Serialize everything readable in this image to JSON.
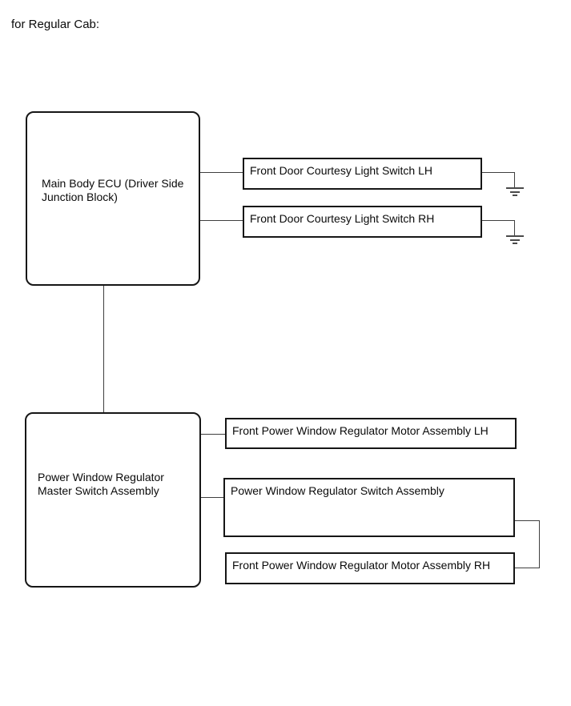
{
  "title": "for Regular Cab:",
  "colors": {
    "background": "#ffffff",
    "box_border": "#161616",
    "wire": "#3f3f3f",
    "ground": "#4a4a4a",
    "text": "#0a0a0a"
  },
  "nodes": {
    "main_body_ecu": {
      "label": "Main Body ECU (Driver Side Junction Block)"
    },
    "courtesy_lh": {
      "label": "Front Door Courtesy Light Switch LH"
    },
    "courtesy_rh": {
      "label": "Front Door Courtesy Light Switch RH"
    },
    "master_switch": {
      "label": "Power Window Regulator Master Switch Assembly"
    },
    "motor_lh": {
      "label": "Front Power Window Regulator Motor Assembly LH"
    },
    "switch_assembly": {
      "label": "Power Window Regulator Switch Assembly"
    },
    "motor_rh": {
      "label": "Front Power Window Regulator Motor Assembly RH"
    }
  },
  "connections": [
    {
      "from": "main_body_ecu",
      "to": "courtesy_lh"
    },
    {
      "from": "courtesy_lh",
      "to": "ground"
    },
    {
      "from": "main_body_ecu",
      "to": "courtesy_rh"
    },
    {
      "from": "courtesy_rh",
      "to": "ground"
    },
    {
      "from": "main_body_ecu",
      "to": "master_switch"
    },
    {
      "from": "master_switch",
      "to": "motor_lh"
    },
    {
      "from": "master_switch",
      "to": "switch_assembly"
    },
    {
      "from": "switch_assembly",
      "to": "motor_rh"
    }
  ]
}
